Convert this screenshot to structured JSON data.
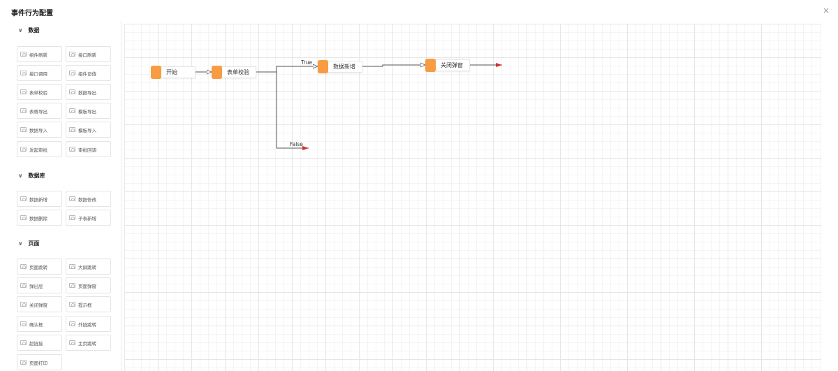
{
  "dialog": {
    "title": "事件行为配置",
    "close": "×"
  },
  "sidebar": {
    "groups": [
      {
        "title": "数据",
        "items": [
          "组件刷新",
          "接口刷新",
          "接口调用",
          "组件设值",
          "表单校验",
          "数据导出",
          "表格导出",
          "模板导出",
          "数据导入",
          "模板导入",
          "发起审批",
          "审批回调"
        ]
      },
      {
        "title": "数据库",
        "items": [
          "数据新增",
          "数据修改",
          "数据删除",
          "子表新增"
        ]
      },
      {
        "title": "页面",
        "items": [
          "页面跳转",
          "大屏跳转",
          "弹出层",
          "页面弹窗",
          "关闭弹窗",
          "提示框",
          "确认框",
          "外链跳转",
          "超链接",
          "主页跳转",
          "页面打印"
        ]
      }
    ]
  },
  "flow": {
    "nodes": [
      "开始",
      "表单校验",
      "数据新增",
      "关闭弹窗"
    ],
    "edge_labels": {
      "true": "True",
      "false": "False"
    },
    "colors": {
      "node_badge": "#f79c42",
      "arrow_red": "#d0312d",
      "arrow_line": "#555555"
    }
  }
}
